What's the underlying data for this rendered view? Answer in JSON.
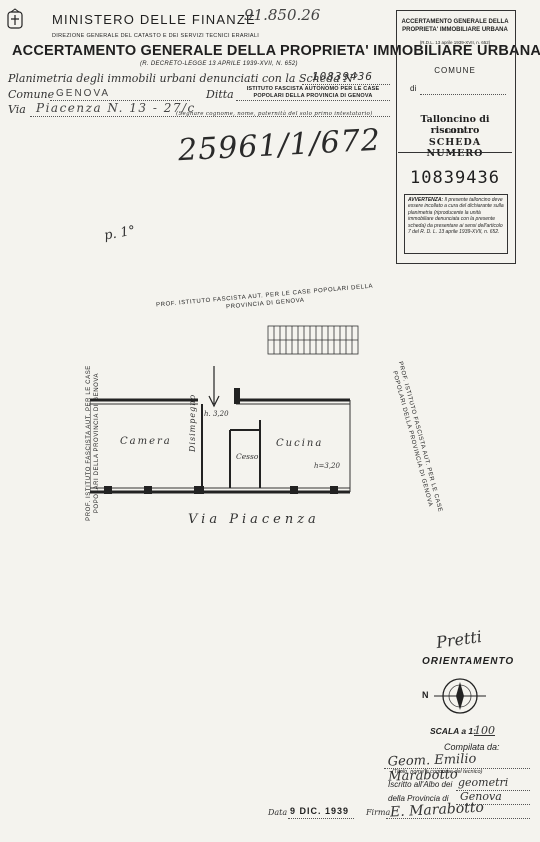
{
  "header": {
    "ministry": "MINISTERO DELLE FINANZE",
    "handwritten_number": "91.850.26",
    "directorate": "DIREZIONE GENERALE DEL CATASTO E DEI SERVIZI TECNICI ERARIALI",
    "title": "ACCERTAMENTO GENERALE DELLA PROPRIETA' IMMOBILIARE URBANA",
    "decree": "(R. DECRETO-LEGGE 13 APRILE 1939-XVII, N. 652)"
  },
  "form": {
    "planimetria_label": "Planimetria degli immobili urbani denunciati con la Scheda N°",
    "scheda_value": "10839436",
    "comune_label": "Comune",
    "comune_value": "GENOVA",
    "ditta_label": "Ditta",
    "ditta_value": "ISTITUTO FASCISTA AUTONOMO PER LE CASE POPOLARI DELLA PROVINCIA DI GENOVA",
    "via_label": "Via",
    "via_value": "Piacenza N. 13 - 27/c",
    "via_note": "(Segnare cognome, nome, paternità del solo primo intestatario)"
  },
  "right_box": {
    "title": "ACCERTAMENTO GENERALE DELLA PROPRIETA' IMMOBILIARE URBANA",
    "decree": "(R.D.L. 13 aprile 1939-XVII, n. 652)",
    "comune_label": "COMUNE",
    "di_label": "di",
    "tagliando": "Talloncino di riscontro",
    "della": "DELLA",
    "scheda": "SCHEDA NUMERO",
    "numero": "10839436",
    "avvertenza_title": "AVVERTENZA:",
    "avvertenza_text": "Il presente talloncino deve essere incollato a cura del dichiarante sulla planimetria (riproducente la unità immobiliare denunciata con la presente scheda) da presentare ai sensi dell'articolo 7 del R. D. L. 13 aprile 1939-XVII, n. 652."
  },
  "handwriting": {
    "big_number": "25961/1/672",
    "page_mark": "p. 1°"
  },
  "stamps": {
    "stamp_text": "PROF. ISTITUTO FASCISTA AUT. PER LE CASE POPOLARI DELLA PROVINCIA DI GENOVA"
  },
  "plan": {
    "room_camera": "Camera",
    "room_disimpegno": "Disimpegno",
    "room_cesso": "Cesso",
    "room_cucina": "Cucina",
    "height_left": "h. 3,20",
    "height_right": "h=3,20",
    "street": "Via Piacenza"
  },
  "footer": {
    "orientamento_signature": "Pretti",
    "orientamento": "ORIENTAMENTO",
    "north": "N",
    "scala_label": "SCALA a 1:",
    "scala_value": "100",
    "compilata": "Compilata da:",
    "compilata_sign": "Geom. Emilio Marabotto",
    "titolo_note": "(Titolo, nome e cognome del tecnico)",
    "iscritto_label": "Iscritto all'Albo dei",
    "iscritto_value": "geometri",
    "provincia_label": "della Provincia di",
    "provincia_value": "Genova",
    "data_label": "Data",
    "data_value": "9 DIC. 1939",
    "firma_label": "Firma",
    "firma_sign": "E. Marabotto"
  }
}
